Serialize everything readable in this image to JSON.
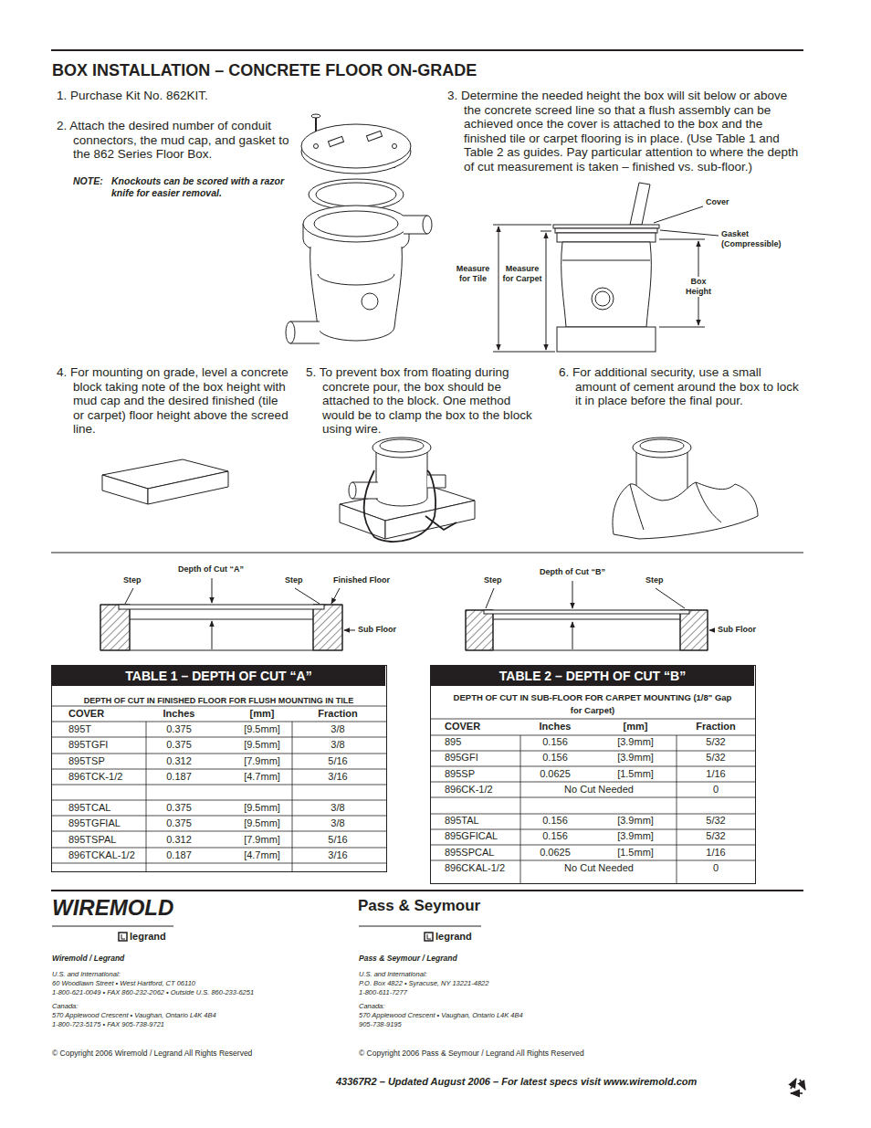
{
  "diagram": {
    "title": "BOX INSTALLATION – CONCRETE FLOOR ON-GRADE",
    "nodes": [
      {
        "text": [
          "DEPTH OF CUT IN FINISHED FLOOR FOR FLUSH MOUNTING IN TILE"
        ]
      },
      {
        "text": [
          "TABLE 1 – DEPTH OF CUT “A”"
        ],
        "in": 0
      },
      {
        "text": [
          "DEPTH OF CUT IN SUB-FLOOR FOR CARPET MOUNTING (1/8\" Gap for Carpet)"
        ]
      },
      {
        "text": [
          "TABLE 2 – DEPTH OF CUT “B”"
        ],
        "in": 2
      }
    ],
    "labels": [
      "1. Purchase Kit No. 862KIT.",
      "2. Attach the desired number of conduit connectors, the mud cap, and gasket to the 862 Series Floor Box.",
      "NOTE:",
      "Knockouts can be scored with a razor knife for easier removal.",
      "3. Determine the needed height the box will sit below or above the concrete screed line so that a flush assembly can be achieved once the cover is attached to the box and the finished tile or carpet flooring is in place. (Use Table 1 and Table 2 as guides. Pay particular attention to where the depth of cut measurement is taken – finished vs. sub-floor.)",
      "Cover",
      "Gasket (Compressible)",
      "Measure for Tile",
      "Measure for Carpet",
      "Box Height",
      "4. For mounting on grade, level a concrete block taking note of the box height with mud cap and the desired finished (tile or carpet) floor height above the screed line.",
      "5. To prevent box from floating during concrete pour, the box should be attached to the block. One method would be to clamp the box to the block using wire.",
      "6. For additional security, use a small amount of cement around the box to lock it in place before the final pour.",
      "Step",
      "Depth of Cut “A”",
      "Step",
      "Finished Floor",
      "Sub Floor",
      "Step",
      "Depth of Cut “B”",
      "Step",
      "Sub Floor",
      "COVER",
      "Inches",
      "[mm]",
      "Fraction",
      "895T",
      "0.375",
      "[9.5mm]",
      "3/8",
      "895TGFI",
      "0.375",
      "[9.5mm]",
      "3/8",
      "895TSP",
      "0.312",
      "[7.9mm]",
      "5/16",
      "896TCK-1/2",
      "0.187",
      "[4.7mm]",
      "3/16",
      "895TCAL",
      "0.375",
      "[9.5mm]",
      "3/8",
      "895TGFIAL",
      "0.375",
      "[9.5mm]",
      "3/8",
      "895TSPAL",
      "0.312",
      "[7.9mm]",
      "5/16",
      "896TCKAL-1/2",
      "0.187",
      "[4.7mm]",
      "3/16",
      "COVER",
      "Inches",
      "[mm]",
      "Fraction",
      "895",
      "0.156",
      "[3.9mm]",
      "5/32",
      "895GFI",
      "0.156",
      "[3.9mm]",
      "5/32",
      "895SP",
      "0.0625",
      "[1.5mm]",
      "1/16",
      "896CK-1/2",
      "No Cut Needed",
      "0",
      "895TAL",
      "0.156",
      "[3.9mm]",
      "5/32",
      "895GFICAL",
      "0.156",
      "[3.9mm]",
      "5/32",
      "895SPCAL",
      "0.0625",
      "[1.5mm]",
      "1/16",
      "896CKAL-1/2",
      "No Cut Needed",
      "0",
      "WIREMOLD",
      "legrand",
      "Wiremold / Legrand",
      "U.S. and International:",
      "60 Woodlawn Street • West Hartford, CT 06110",
      "1-800-621-0049 • FAX 860-232-2062 • Outside U.S. 860-233-6251",
      "Canada:",
      "570 Applewood Crescent • Vaughan, Ontario L4K 4B4",
      "1-800-723-5175 • FAX 905-738-9721",
      "© Copyright 2006 Wiremold / Legrand All Rights Reserved",
      "Pass & Seymour",
      "legrand",
      "Pass & Seymour / Legrand",
      "U.S. and International:",
      "P.O. Box 4822 • Syracuse, NY 13221-4822",
      "1-800-611-7277",
      "Canada:",
      "570 Applewood Crescent • Vaughan, Ontario L4K 4B4",
      "905-738-9195",
      "© Copyright 2006 Pass & Seymour / Legrand All Rights Reserved",
      "43367R2 – Updated August 2006 – For latest specs visit www.wiremold.com"
    ]
  }
}
